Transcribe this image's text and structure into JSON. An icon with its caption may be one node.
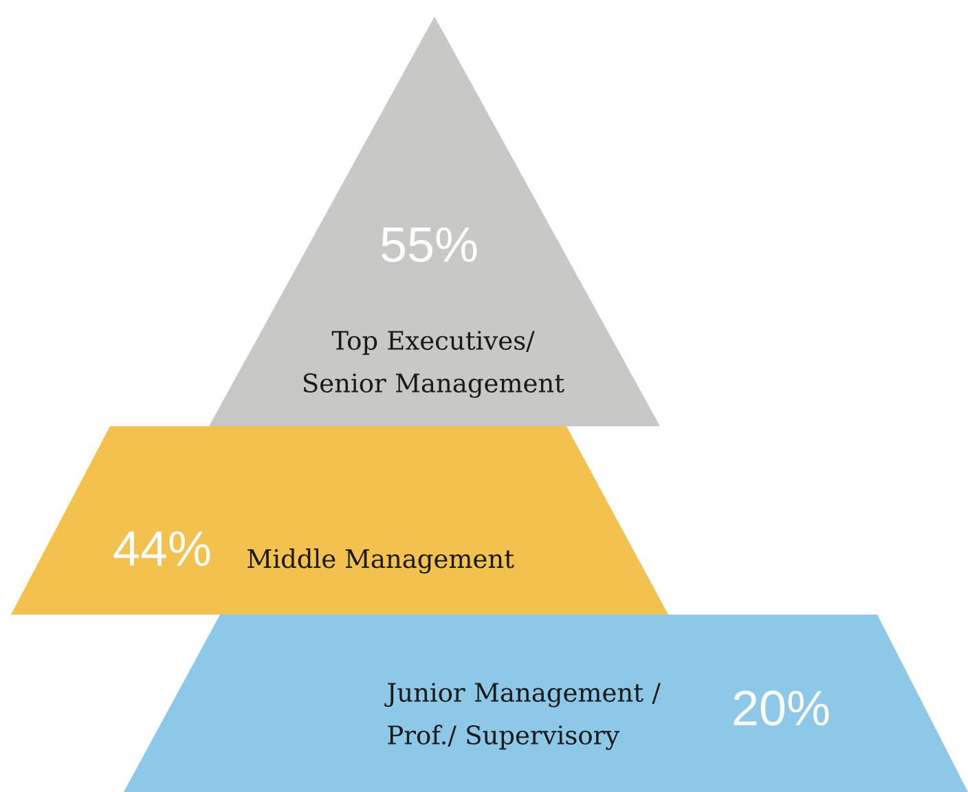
{
  "diagram": {
    "nodes": [
      {
        "text": [
          "55%",
          "Top Executives/ Senior Management"
        ]
      },
      {
        "text": [
          "44%",
          "Middle Management"
        ]
      },
      {
        "text": [
          "Junior Management / Prof./ Supervisory",
          "20%"
        ]
      }
    ]
  }
}
